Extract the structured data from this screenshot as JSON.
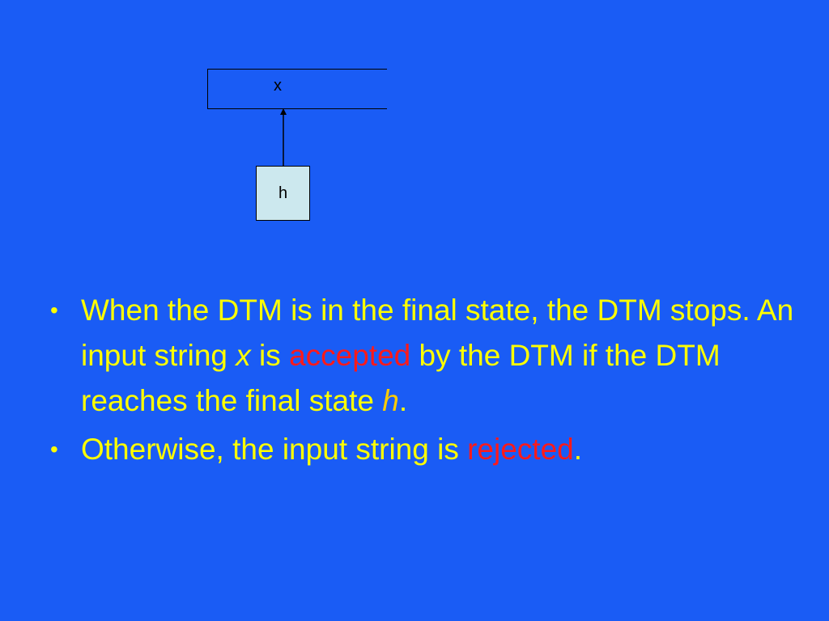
{
  "diagram": {
    "tape_symbol": "x",
    "head_label": "h"
  },
  "bullets": {
    "marker": "•",
    "item1": {
      "part1": "When the DTM is in the final state, the DTM stops. An input string ",
      "var_x": "x",
      "part2": " is ",
      "accepted": "accepted",
      "part3": " by the DTM if the DTM reaches the final state ",
      "var_h": "h",
      "part4": "."
    },
    "item2": {
      "part1": "Otherwise, the input string is ",
      "rejected": "rejected",
      "part2": "."
    }
  },
  "colors": {
    "background": "#1a5cf5",
    "text": "#ffff00",
    "highlight": "#ff1a1a",
    "head_fill": "#cce8ee"
  }
}
